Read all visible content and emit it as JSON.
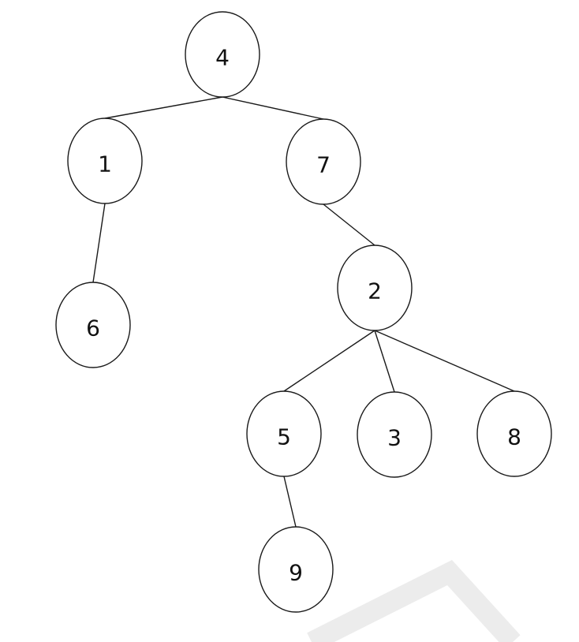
{
  "tree": {
    "root": "n4",
    "nodes": [
      {
        "id": "n4",
        "label": "4"
      },
      {
        "id": "n1",
        "label": "1"
      },
      {
        "id": "n7",
        "label": "7"
      },
      {
        "id": "n6",
        "label": "6"
      },
      {
        "id": "n2",
        "label": "2"
      },
      {
        "id": "n5",
        "label": "5"
      },
      {
        "id": "n3",
        "label": "3"
      },
      {
        "id": "n8",
        "label": "8"
      },
      {
        "id": "n9",
        "label": "9"
      }
    ],
    "edges": [
      {
        "from": "n4",
        "to": "n1"
      },
      {
        "from": "n4",
        "to": "n7"
      },
      {
        "from": "n1",
        "to": "n6"
      },
      {
        "from": "n7",
        "to": "n2"
      },
      {
        "from": "n2",
        "to": "n5"
      },
      {
        "from": "n2",
        "to": "n3"
      },
      {
        "from": "n2",
        "to": "n8"
      },
      {
        "from": "n5",
        "to": "n9"
      }
    ]
  },
  "colors": {
    "stroke": "#1a1a1a",
    "fill": "#ffffff",
    "text": "#111111",
    "watermark": "#ececec"
  }
}
